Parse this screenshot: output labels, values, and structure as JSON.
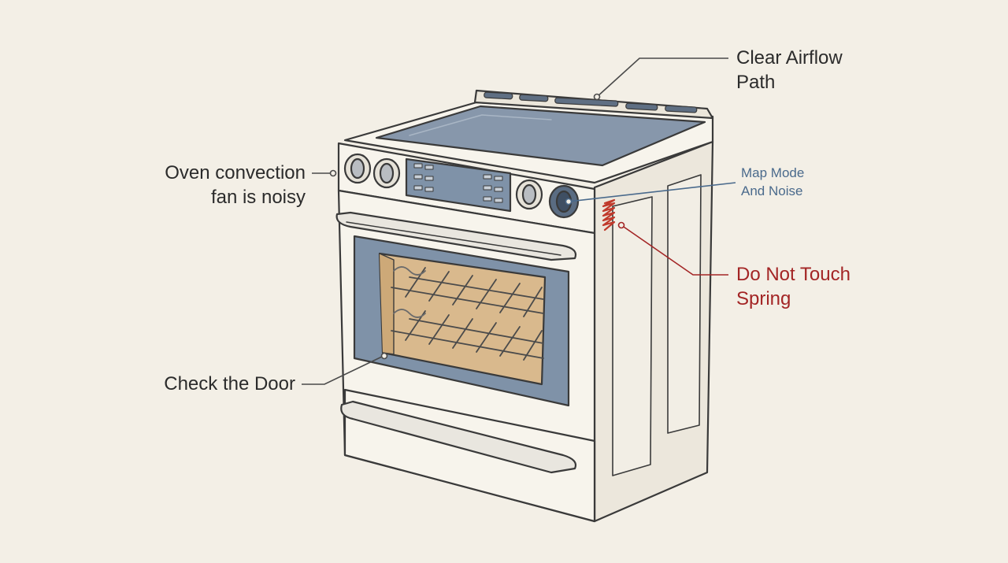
{
  "colors": {
    "background": "#f3efe6",
    "ink": "#2b2b2b",
    "accent_blue": "#4a6a8c",
    "accent_red": "#a32525",
    "appliance_body": "#f7f4ec",
    "glass": "#7f92a8",
    "cooktop": "#8797ab",
    "oven_interior": "#d9b98d",
    "spring": "#c0392b"
  },
  "icons": [
    "oven-range-illustration",
    "control-knob-icon",
    "spring-icon",
    "oven-rack-icon"
  ],
  "callouts": {
    "airflow": {
      "line1": "Clear Airflow",
      "line2": "Path",
      "color": "#2b2b2b"
    },
    "fan": {
      "line1": "Oven convection",
      "line2": "fan is noisy",
      "color": "#2b2b2b"
    },
    "mode": {
      "line1": "Map Mode",
      "line2": "And Noise",
      "color": "#4a6a8c"
    },
    "spring": {
      "line1": "Do Not Touch",
      "line2": "Spring",
      "color": "#a32525"
    },
    "door": {
      "line1": "Check the Door",
      "color": "#2b2b2b"
    }
  }
}
